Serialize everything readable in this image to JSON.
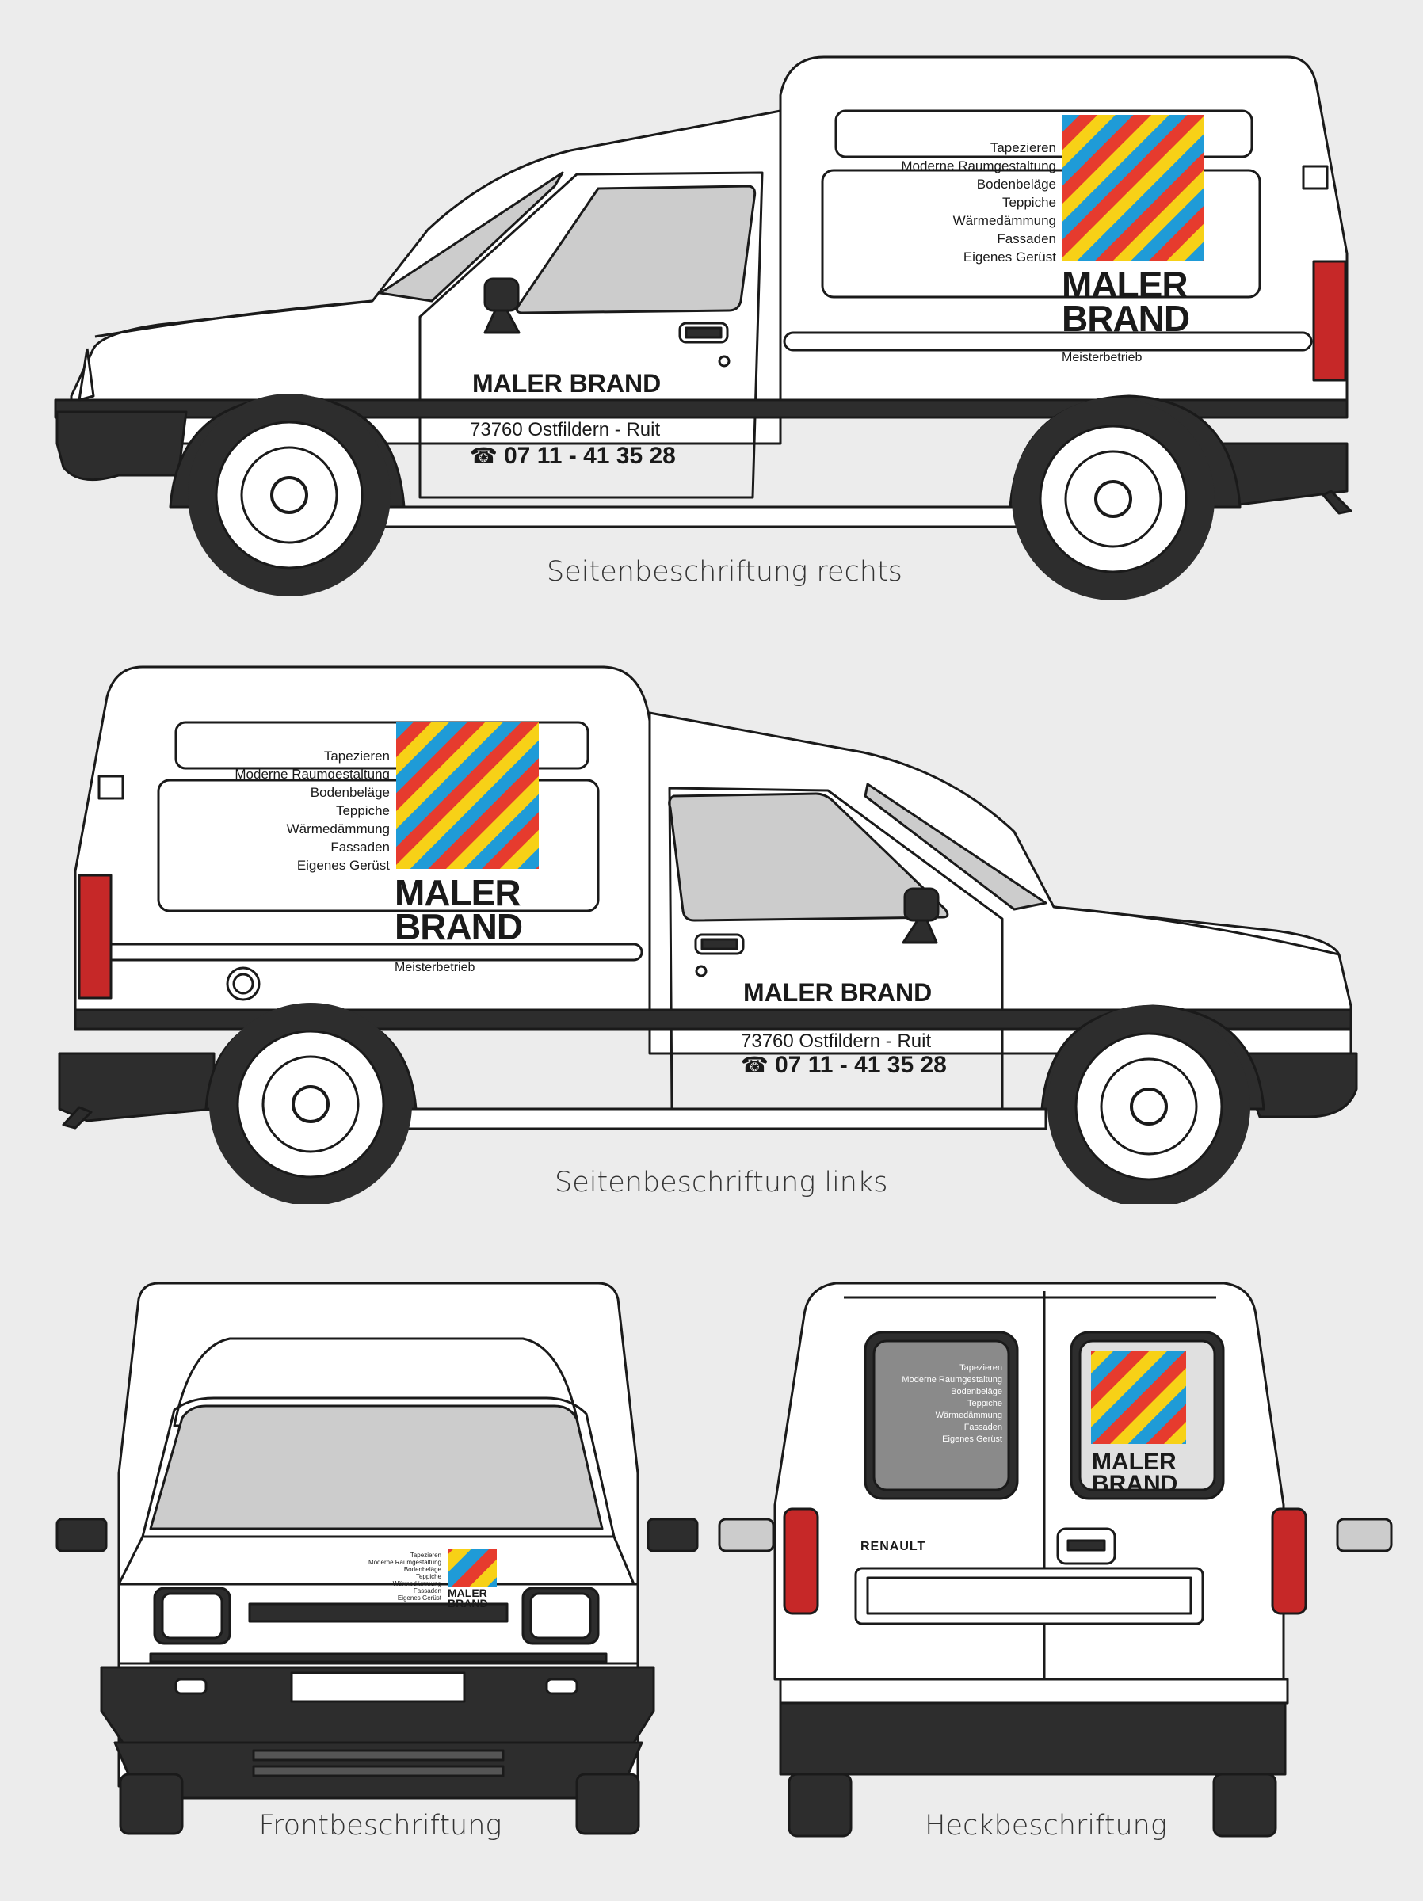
{
  "captions": {
    "right_side": "Seitenbeschriftung rechts",
    "left_side": "Seitenbeschriftung links",
    "front": "Frontbeschriftung",
    "rear": "Heckbeschriftung"
  },
  "logo": {
    "line1": "MALER",
    "line2": "BRAND",
    "subline": "Meisterbetrieb",
    "stripe_colors": [
      "#1f9bd7",
      "#e63b2e",
      "#f7d117"
    ]
  },
  "services": [
    "Tapezieren",
    "Moderne Raumgestaltung",
    "Bodenbeläge",
    "Teppiche",
    "Wärmedämmung",
    "Fassaden",
    "Eigenes Gerüst"
  ],
  "door": {
    "company": "MALER BRAND",
    "address": "73760 Ostfildern - Ruit",
    "phone": "07 11 - 41 35 28"
  },
  "rear_badge": "RENAULT",
  "colors": {
    "body": "#ffffff",
    "outline": "#1a1a1a",
    "trim": "#2d2d2d",
    "glass": "#cccccc",
    "rear_glass": "#8a8a8a",
    "taillight": "#c62828"
  }
}
